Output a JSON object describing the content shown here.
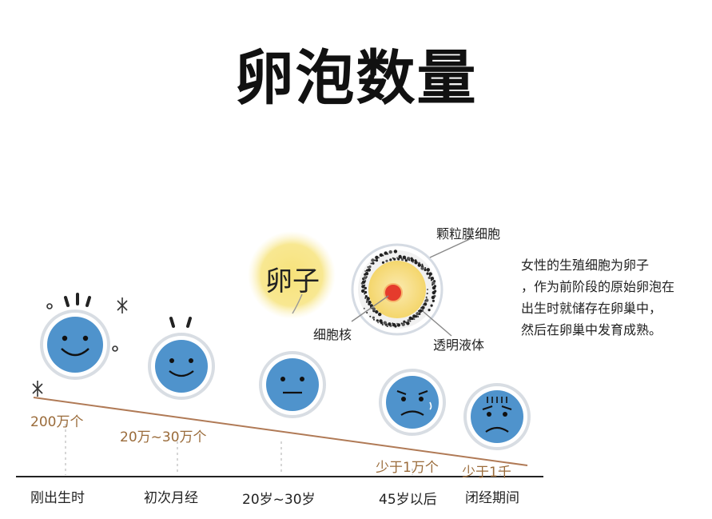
{
  "title": "卵泡数量",
  "egg": {
    "name": "卵子",
    "granulosa_label": "颗粒膜细胞",
    "nucleus_label": "细胞核",
    "fluid_label": "透明液体",
    "colors": {
      "glow": "#f6e27a",
      "nucleus": "#e53b2c",
      "cytoplasm": "#f8e6a0"
    }
  },
  "description": {
    "lines": [
      "女性的生殖细胞为卵子",
      "，作为前阶段的原始卵泡在",
      "出生时就储存在卵巢中，",
      "然后在卵巢中发育成熟。"
    ]
  },
  "timeline": {
    "stages": [
      {
        "label": "刚出生时",
        "amount": "200万个",
        "face": "happy"
      },
      {
        "label": "初次月经",
        "amount": "20万~30万个",
        "face": "smile"
      },
      {
        "label": "20岁~30岁",
        "amount": "",
        "face": "neutral"
      },
      {
        "label": "45岁以后",
        "amount": "少于1万个",
        "face": "worried"
      },
      {
        "label": "闭经期间",
        "amount": "少于1千",
        "face": "sad"
      }
    ],
    "colors": {
      "face": "#4f93cc",
      "face_ring": "#d8dde3",
      "trend_line": "#b07a56",
      "axis": "#222222"
    }
  }
}
